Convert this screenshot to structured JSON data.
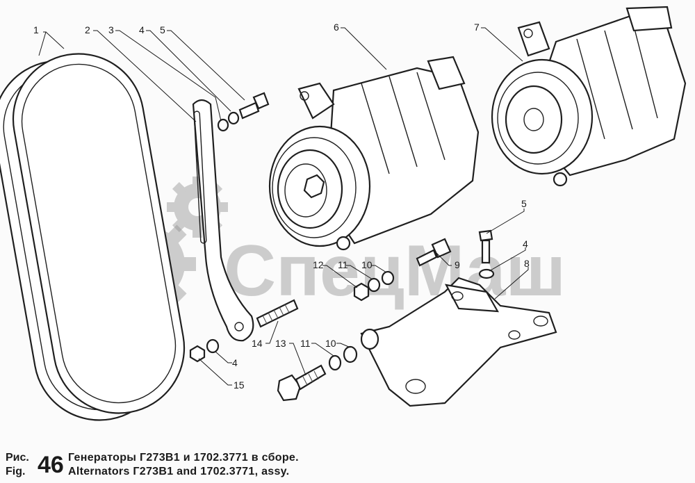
{
  "watermark": {
    "text": "СпецМаш"
  },
  "callouts": {
    "c1": "1",
    "c2": "2",
    "c3": "3",
    "c4a": "4",
    "c5a": "5",
    "c6": "6",
    "c7": "7",
    "c5b": "5",
    "c4b": "4",
    "c8": "8",
    "c9": "9",
    "c12": "12",
    "c11a": "11",
    "c10a": "10",
    "c14": "14",
    "c13": "13",
    "c11b": "11",
    "c10b": "10",
    "c4c": "4",
    "c15": "15"
  },
  "caption": {
    "prefix_ru": "Рис.",
    "prefix_en": "Fig.",
    "number": "46",
    "title_ru": "Генераторы Г273В1 и 1702.3771 в сборе.",
    "title_en": "Alternators Г273В1 and 1702.3771, assy."
  }
}
